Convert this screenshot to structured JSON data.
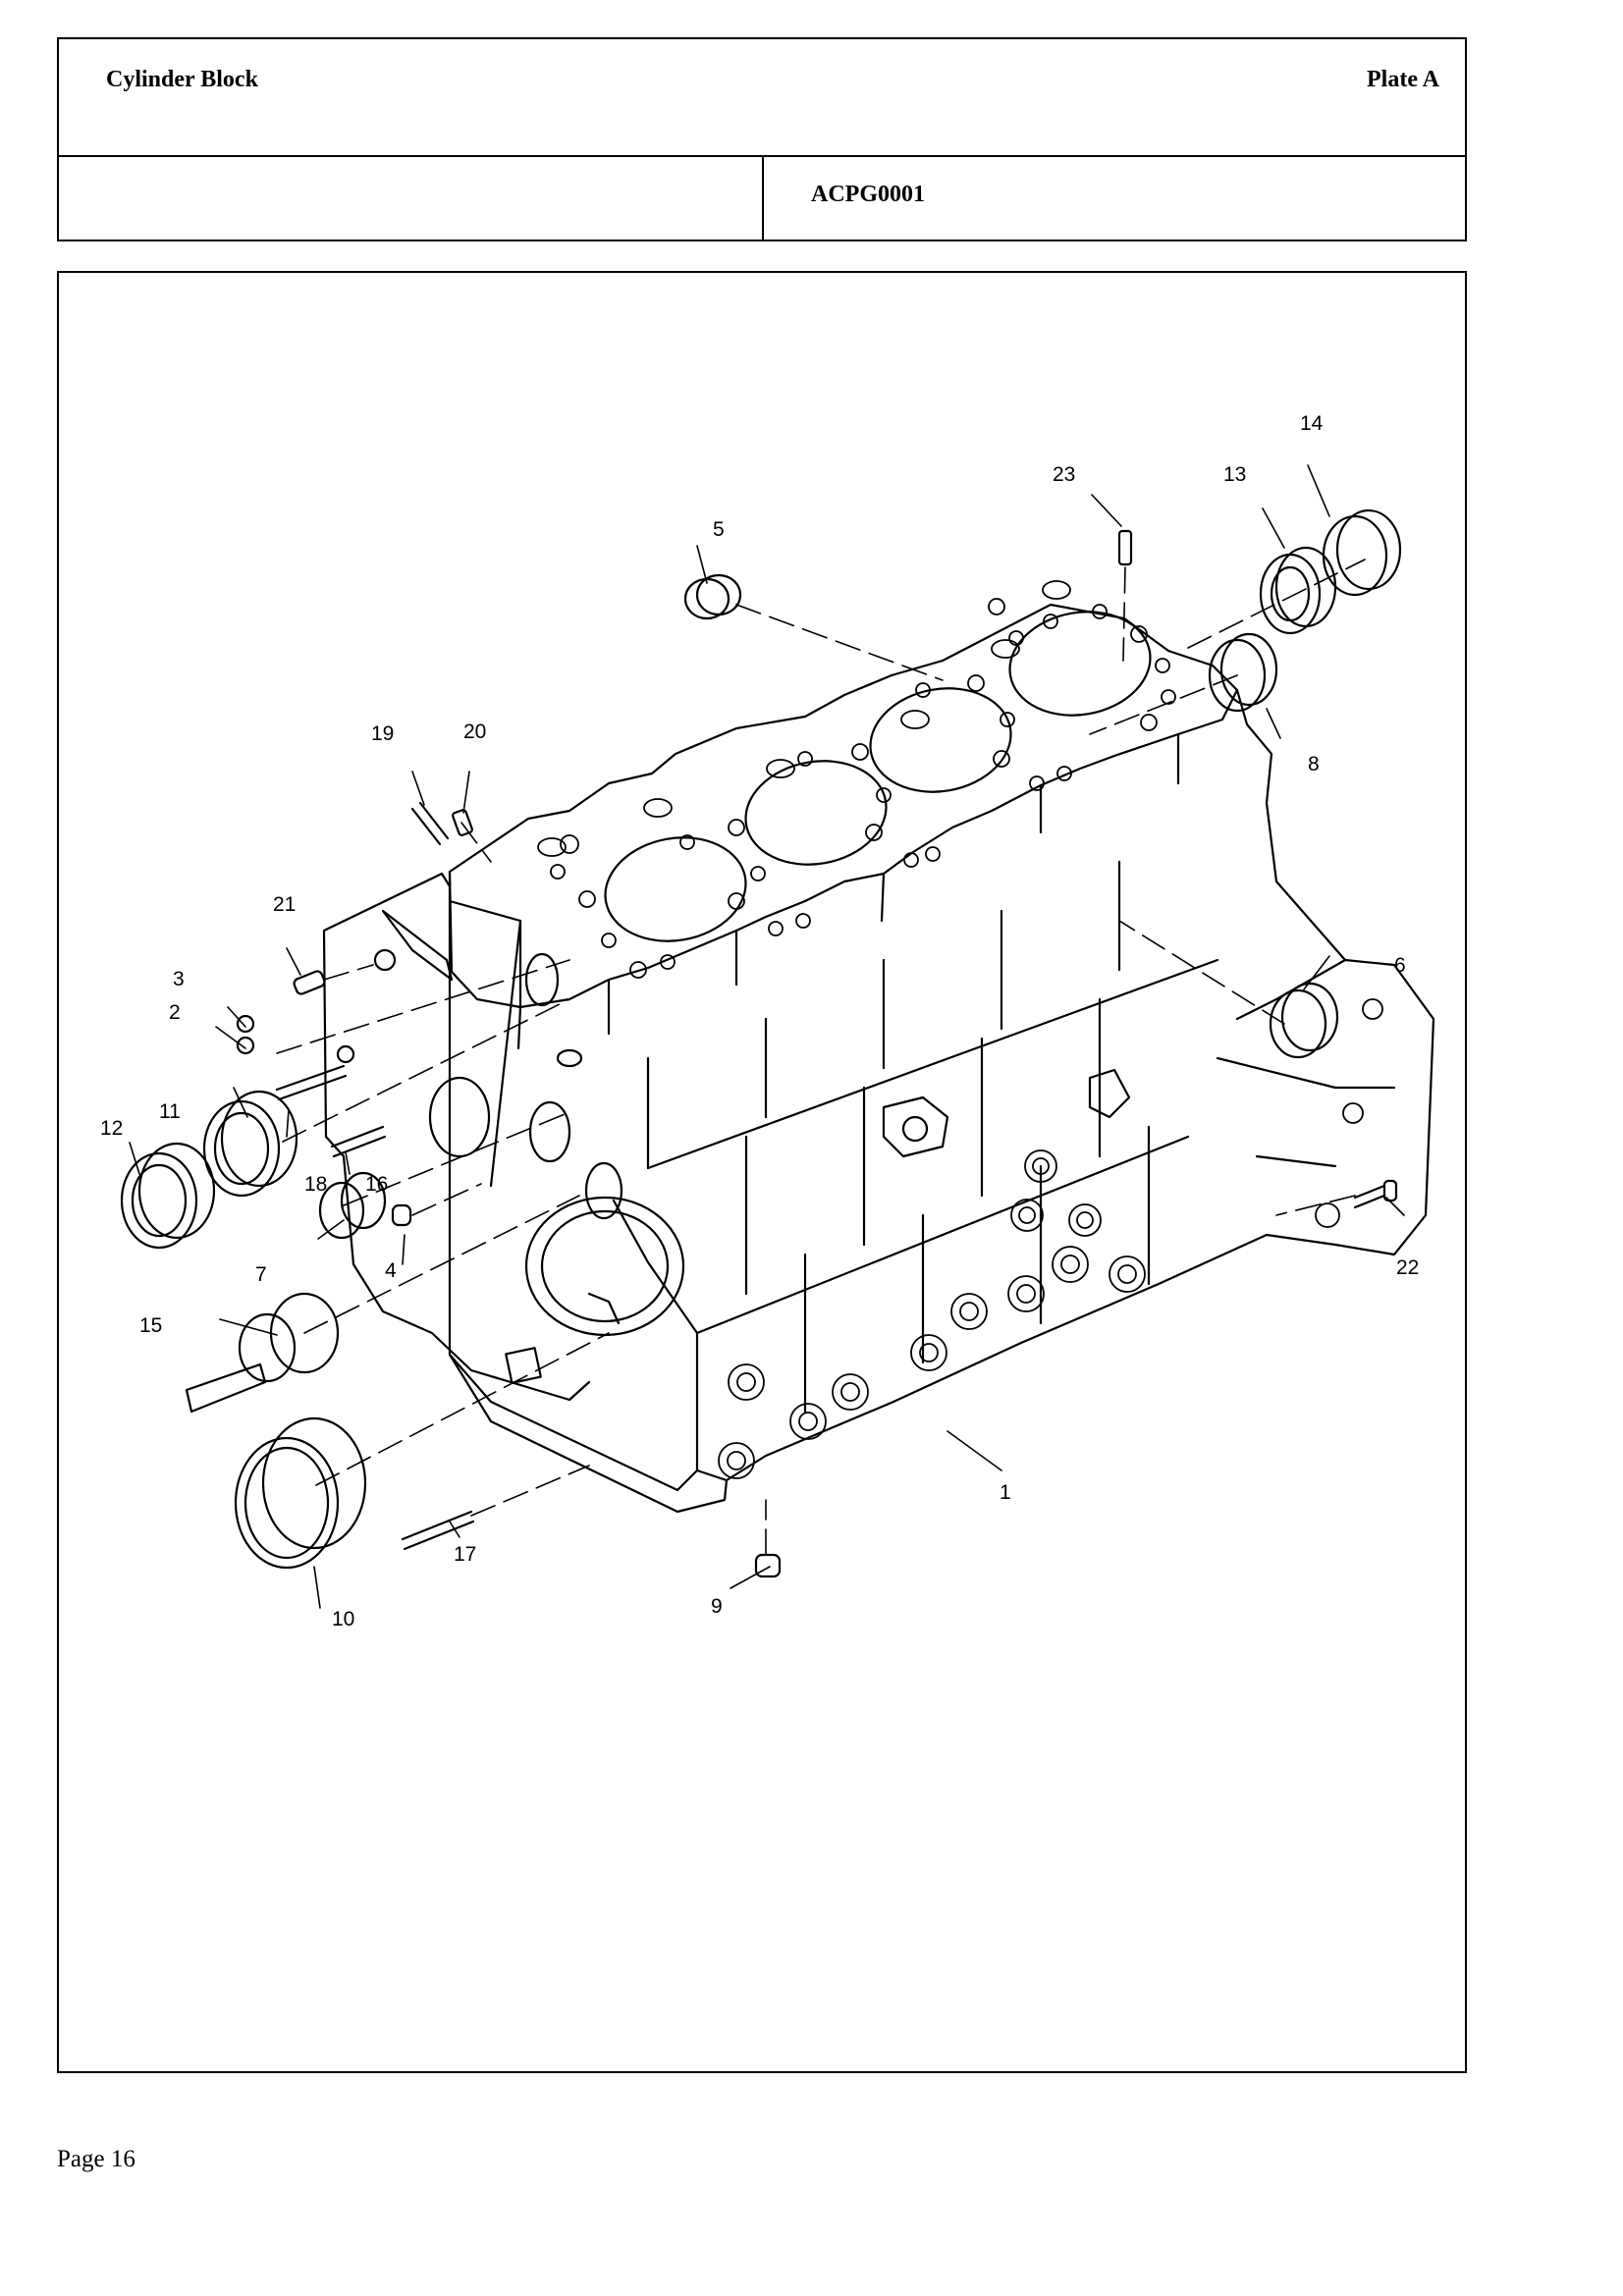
{
  "header": {
    "title": "Cylinder Block",
    "plate": "Plate A",
    "code": "ACPG0001"
  },
  "figure": {
    "callouts": [
      "1",
      "2",
      "3",
      "4",
      "5",
      "6",
      "7",
      "8",
      "9",
      "10",
      "11",
      "12",
      "13",
      "14",
      "15",
      "16",
      "17",
      "18",
      "19",
      "20",
      "21",
      "22",
      "23"
    ]
  },
  "footer": {
    "page": "Page 16"
  }
}
